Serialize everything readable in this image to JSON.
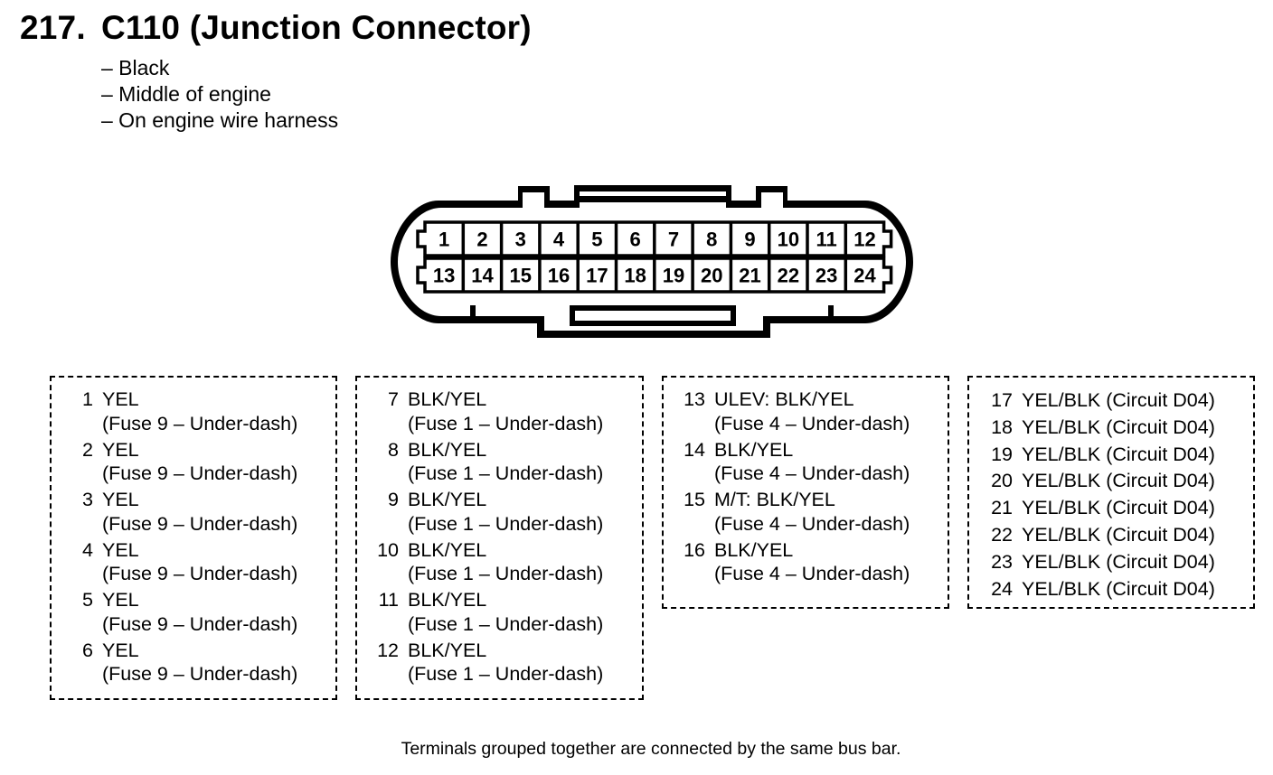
{
  "title": {
    "number": "217.",
    "text": "C110 (Junction Connector)"
  },
  "description": [
    "– Black",
    "– Middle of engine",
    "– On engine wire harness"
  ],
  "connector": {
    "top_row": [
      "1",
      "2",
      "3",
      "4",
      "5",
      "6",
      "7",
      "8",
      "9",
      "10",
      "11",
      "12"
    ],
    "bottom_row": [
      "13",
      "14",
      "15",
      "16",
      "17",
      "18",
      "19",
      "20",
      "21",
      "22",
      "23",
      "24"
    ]
  },
  "groups": [
    {
      "entries": [
        {
          "pin": "1",
          "color": "YEL",
          "source": "(Fuse 9 – Under-dash)"
        },
        {
          "pin": "2",
          "color": "YEL",
          "source": "(Fuse 9 – Under-dash)"
        },
        {
          "pin": "3",
          "color": "YEL",
          "source": "(Fuse 9 – Under-dash)"
        },
        {
          "pin": "4",
          "color": "YEL",
          "source": "(Fuse 9 – Under-dash)"
        },
        {
          "pin": "5",
          "color": "YEL",
          "source": "(Fuse 9 – Under-dash)"
        },
        {
          "pin": "6",
          "color": "YEL",
          "source": "(Fuse 9 – Under-dash)"
        }
      ]
    },
    {
      "entries": [
        {
          "pin": "7",
          "color": "BLK/YEL",
          "source": "(Fuse 1 – Under-dash)"
        },
        {
          "pin": "8",
          "color": "BLK/YEL",
          "source": "(Fuse 1 – Under-dash)"
        },
        {
          "pin": "9",
          "color": "BLK/YEL",
          "source": "(Fuse 1 – Under-dash)"
        },
        {
          "pin": "10",
          "color": "BLK/YEL",
          "source": "(Fuse 1 – Under-dash)"
        },
        {
          "pin": "11",
          "color": "BLK/YEL",
          "source": "(Fuse 1 – Under-dash)"
        },
        {
          "pin": "12",
          "color": "BLK/YEL",
          "source": "(Fuse 1 – Under-dash)"
        }
      ]
    },
    {
      "entries": [
        {
          "pin": "13",
          "color": "ULEV: BLK/YEL",
          "source": "(Fuse 4 – Under-dash)"
        },
        {
          "pin": "14",
          "color": "BLK/YEL",
          "source": "(Fuse 4 – Under-dash)"
        },
        {
          "pin": "15",
          "color": "M/T: BLK/YEL",
          "source": "(Fuse 4 – Under-dash)"
        },
        {
          "pin": "16",
          "color": "BLK/YEL",
          "source": "(Fuse 4 – Under-dash)"
        }
      ]
    },
    {
      "entries": [
        {
          "pin": "17",
          "color": "YEL/BLK (Circuit D04)"
        },
        {
          "pin": "18",
          "color": "YEL/BLK (Circuit D04)"
        },
        {
          "pin": "19",
          "color": "YEL/BLK (Circuit D04)"
        },
        {
          "pin": "20",
          "color": "YEL/BLK (Circuit D04)"
        },
        {
          "pin": "21",
          "color": "YEL/BLK (Circuit D04)"
        },
        {
          "pin": "22",
          "color": "YEL/BLK (Circuit D04)"
        },
        {
          "pin": "23",
          "color": "YEL/BLK (Circuit D04)"
        },
        {
          "pin": "24",
          "color": "YEL/BLK (Circuit D04)"
        }
      ]
    }
  ],
  "footer": "Terminals grouped together are connected by the same bus bar."
}
